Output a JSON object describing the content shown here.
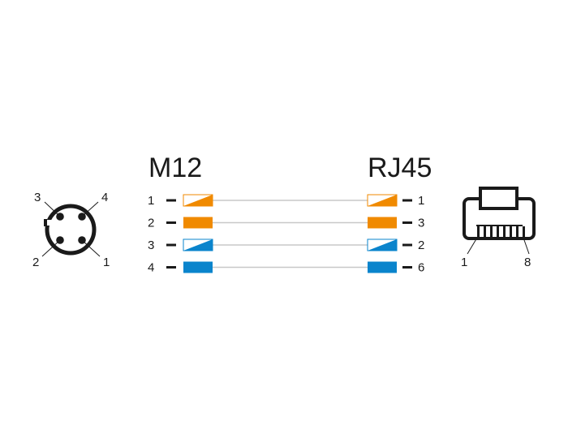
{
  "colors": {
    "orange": "#f08a00",
    "blue": "#0a84cc",
    "wire": "#c8c8c8",
    "ink": "#1a1a1a"
  },
  "left_connector": {
    "title": "M12",
    "pin_labels": [
      "1",
      "2",
      "3",
      "4"
    ]
  },
  "right_connector": {
    "title": "RJ45",
    "pin_labels": [
      "1",
      "8"
    ]
  },
  "wiring": [
    {
      "m12_pin": "1",
      "rj45_pin": "1",
      "color": "orange",
      "pattern": "striped"
    },
    {
      "m12_pin": "2",
      "rj45_pin": "3",
      "color": "orange",
      "pattern": "solid"
    },
    {
      "m12_pin": "3",
      "rj45_pin": "2",
      "color": "blue",
      "pattern": "striped"
    },
    {
      "m12_pin": "4",
      "rj45_pin": "6",
      "color": "blue",
      "pattern": "solid"
    }
  ]
}
